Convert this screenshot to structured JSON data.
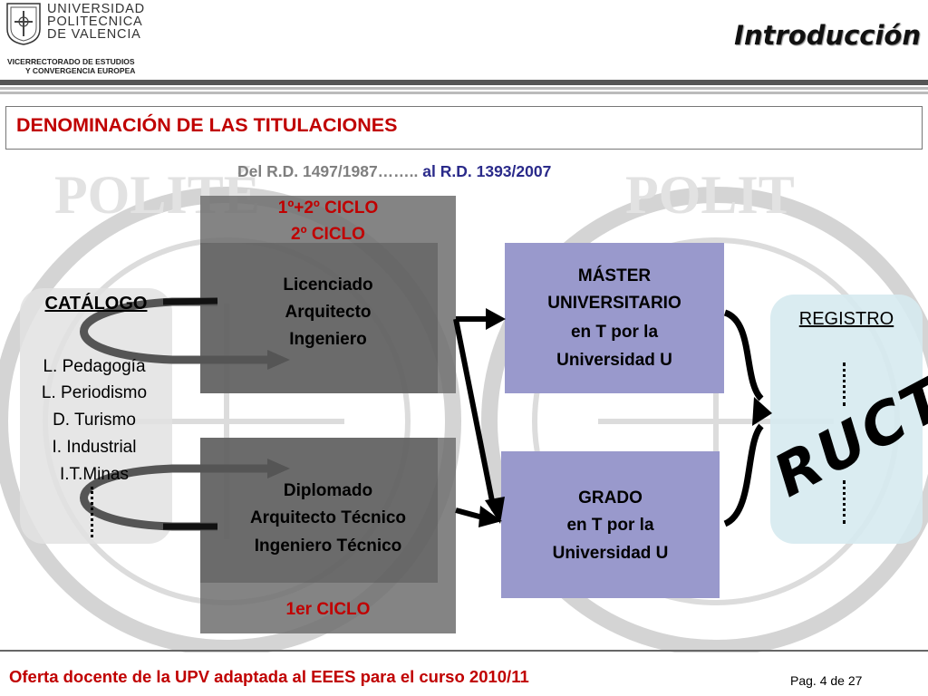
{
  "header": {
    "university_lines": [
      "UNIVERSIDAD",
      "POLITECNICA",
      "DE  VALENCIA"
    ],
    "vicerrectorado_lines": [
      "VICERRECTORADO DE ESTUDIOS",
      "Y CONVERGENCIA EUROPEA"
    ],
    "page_title": "Introducción"
  },
  "section_title": "DENOMINACIÓN DE LAS TITULACIONES",
  "subtitle": {
    "part1": "Del R.D. 1497/1987…….. ",
    "part2": "al R.D. 1393/2007"
  },
  "catalogo": {
    "heading": "CATÁLOGO",
    "items": [
      "L. Pedagogía",
      "L. Periodismo",
      "D. Turismo",
      "I. Industrial",
      "I.T.Minas"
    ]
  },
  "upper_block": {
    "cycle_lines": [
      "1º+2º CICLO",
      "2º CICLO"
    ],
    "titles": [
      "Licenciado",
      "Arquitecto",
      "Ingeniero"
    ]
  },
  "lower_block": {
    "titles": [
      "Diplomado",
      "Arquitecto Técnico",
      "Ingeniero Técnico"
    ],
    "cycle": "1er CICLO"
  },
  "master_box": {
    "lines": [
      "MÁSTER",
      "UNIVERSITARIO",
      "en T por la",
      "Universidad U"
    ]
  },
  "grado_box": {
    "lines": [
      "GRADO",
      "en T por la",
      "Universidad U"
    ]
  },
  "registro": {
    "heading": "REGISTRO",
    "ruct": "RUCT"
  },
  "footer": {
    "text": "Oferta docente de la UPV adaptada al EEES para el curso 2010/11",
    "page": "Pag. 4 de 27"
  },
  "colors": {
    "accent_red": "#c00000",
    "box_purple": "#9999cc",
    "dark_gray": "#555555",
    "registro_bg": "#d6eaf0"
  }
}
